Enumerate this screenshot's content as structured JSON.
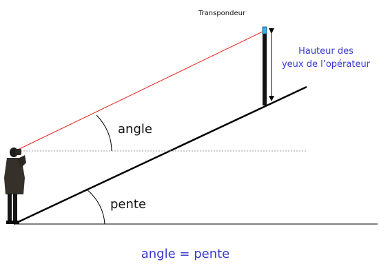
{
  "diagram": {
    "transponder_label": "Transpondeur",
    "eye_height_label_line1": "Hauteur des",
    "eye_height_label_line2": "yeux de l’opérateur",
    "angle_label": "angle",
    "slope_label": "pente",
    "equation": "angle = pente"
  },
  "colors": {
    "sight_line": "#e8231a",
    "blue_text": "#3a3ad0",
    "transponder": "#38b0e8",
    "ground": "#000000",
    "horizontal_reference": "#9a9a9a",
    "pole": "#111111"
  },
  "icons": {
    "operator": "person-silhouette-icon",
    "transponder": "transponder-icon",
    "height_arrow": "double-arrow-icon"
  }
}
